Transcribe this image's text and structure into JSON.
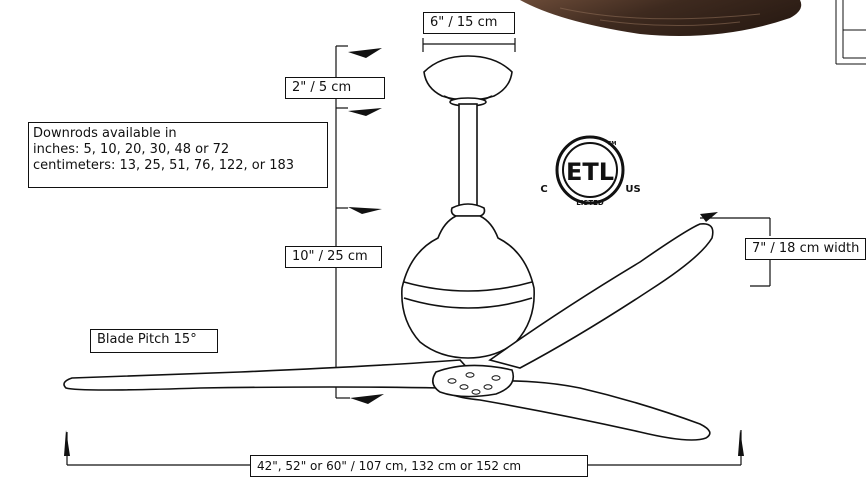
{
  "labels": {
    "canopy_width": "6\" / 15 cm",
    "canopy_clearance": "2\" / 5 cm",
    "downrods": "Downrods available in\ninches: 5, 10, 20, 30, 48 or 72\ncentimeters: 13, 25, 51, 76, 122, or 183",
    "motor_height": "10\" / 25 cm",
    "blade_width": "7\" / 18 cm width",
    "blade_pitch": "Blade Pitch 15°",
    "span": "42\", 52\" or 60\" / 107 cm, 132  cm or 152 cm"
  },
  "certification": {
    "mark": "ETL",
    "left": "C",
    "right": "US",
    "bottom": "LISTED",
    "small": "CM"
  },
  "colors": {
    "line": "#111111",
    "wood_dark": "#4a3528",
    "wood_light": "#7a5a45"
  }
}
